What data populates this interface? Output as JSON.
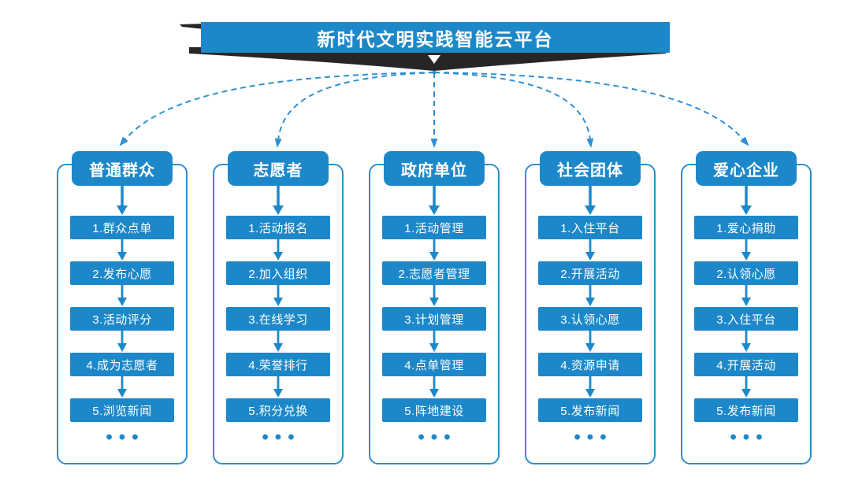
{
  "title": {
    "text": "新时代文明实践智能云平台"
  },
  "ellipsis": "•••",
  "colors": {
    "primary": "#1d88c9",
    "outline": "#2e8fcb",
    "dashed": "#2f8fd0",
    "ribbon": "#262626",
    "box_text": "#ffffff"
  },
  "columns": [
    {
      "header": "普通群众",
      "items": [
        "1.群众点单",
        "2.发布心愿",
        "3.活动评分",
        "4.成为志愿者",
        "5.浏览新闻"
      ]
    },
    {
      "header": "志愿者",
      "items": [
        "1.活动报名",
        "2.加入组织",
        "3.在线学习",
        "4.荣誉排行",
        "5.积分兑换"
      ]
    },
    {
      "header": "政府单位",
      "items": [
        "1.活动管理",
        "2.志愿者管理",
        "3.计划管理",
        "4.点单管理",
        "5.阵地建设"
      ]
    },
    {
      "header": "社会团体",
      "items": [
        "1.入住平台",
        "2.开展活动",
        "3.认领心愿",
        "4.资源申请",
        "5.发布新闻"
      ]
    },
    {
      "header": "爱心企业",
      "items": [
        "1.爱心捐助",
        "2.认领心愿",
        "3.入住平台",
        "4.开展活动",
        "5.发布新闻"
      ]
    }
  ]
}
